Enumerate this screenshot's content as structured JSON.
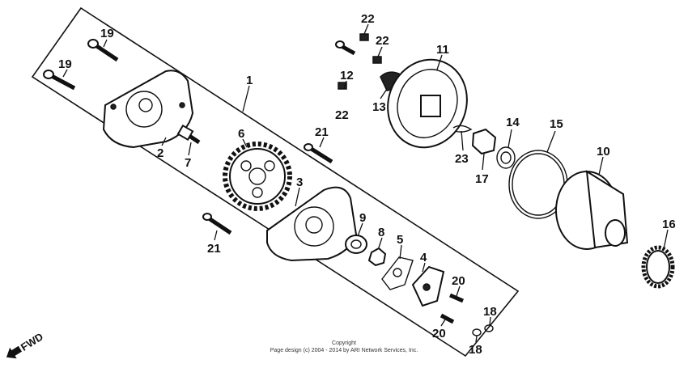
{
  "callouts": [
    "1",
    "2",
    "3",
    "4",
    "5",
    "6",
    "7",
    "8",
    "9",
    "10",
    "11",
    "12",
    "13",
    "14",
    "15",
    "16",
    "17",
    "18",
    "19",
    "20",
    "21",
    "22",
    "23"
  ],
  "labels": {
    "n19a": "19",
    "n19b": "19",
    "n1": "1",
    "n2": "2",
    "n7": "7",
    "n6": "6",
    "n21a": "21",
    "n21b": "21",
    "n3": "3",
    "n9": "9",
    "n8": "8",
    "n5": "5",
    "n4": "4",
    "n20a": "20",
    "n20b": "20",
    "n18a": "18",
    "n18b": "18",
    "n22a": "22",
    "n22b": "22",
    "n22c": "22",
    "n12": "12",
    "n13": "13",
    "n11": "11",
    "n23": "23",
    "n17": "17",
    "n14": "14",
    "n15": "15",
    "n10": "10",
    "n16": "16"
  },
  "direction": "FWD",
  "copyright": {
    "line1": "Copyright",
    "line2": "Page design (c) 2004 - 2014 by ARI Network Services, Inc."
  }
}
